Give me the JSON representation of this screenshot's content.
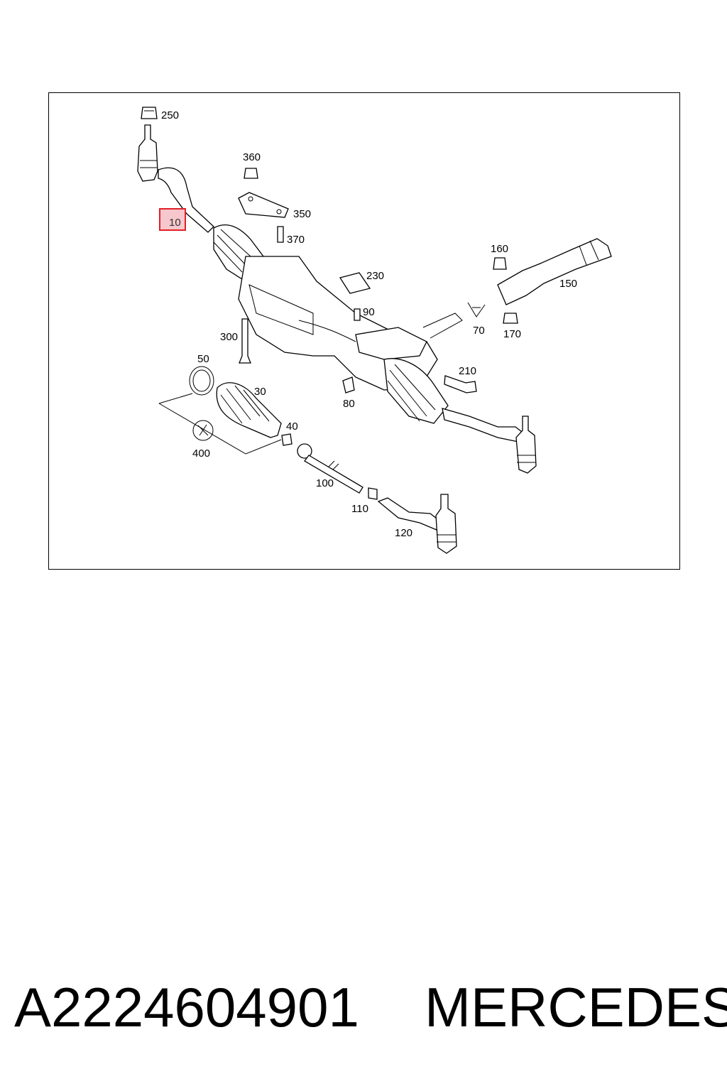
{
  "diagram": {
    "highlighted_label": "10",
    "labels": {
      "p250": "250",
      "p360": "360",
      "p350": "350",
      "p370": "370",
      "p10": "10",
      "p230": "230",
      "p160": "160",
      "p150": "150",
      "p90": "90",
      "p70": "70",
      "p170": "170",
      "p300": "300",
      "p50": "50",
      "p30": "30",
      "p210": "210",
      "p80": "80",
      "p40": "40",
      "p400": "400",
      "p100": "100",
      "p110": "110",
      "p120": "120"
    },
    "highlight_color": "#e0202a"
  },
  "caption": {
    "part_number": "A2224604901",
    "brand": "MERCEDES"
  }
}
